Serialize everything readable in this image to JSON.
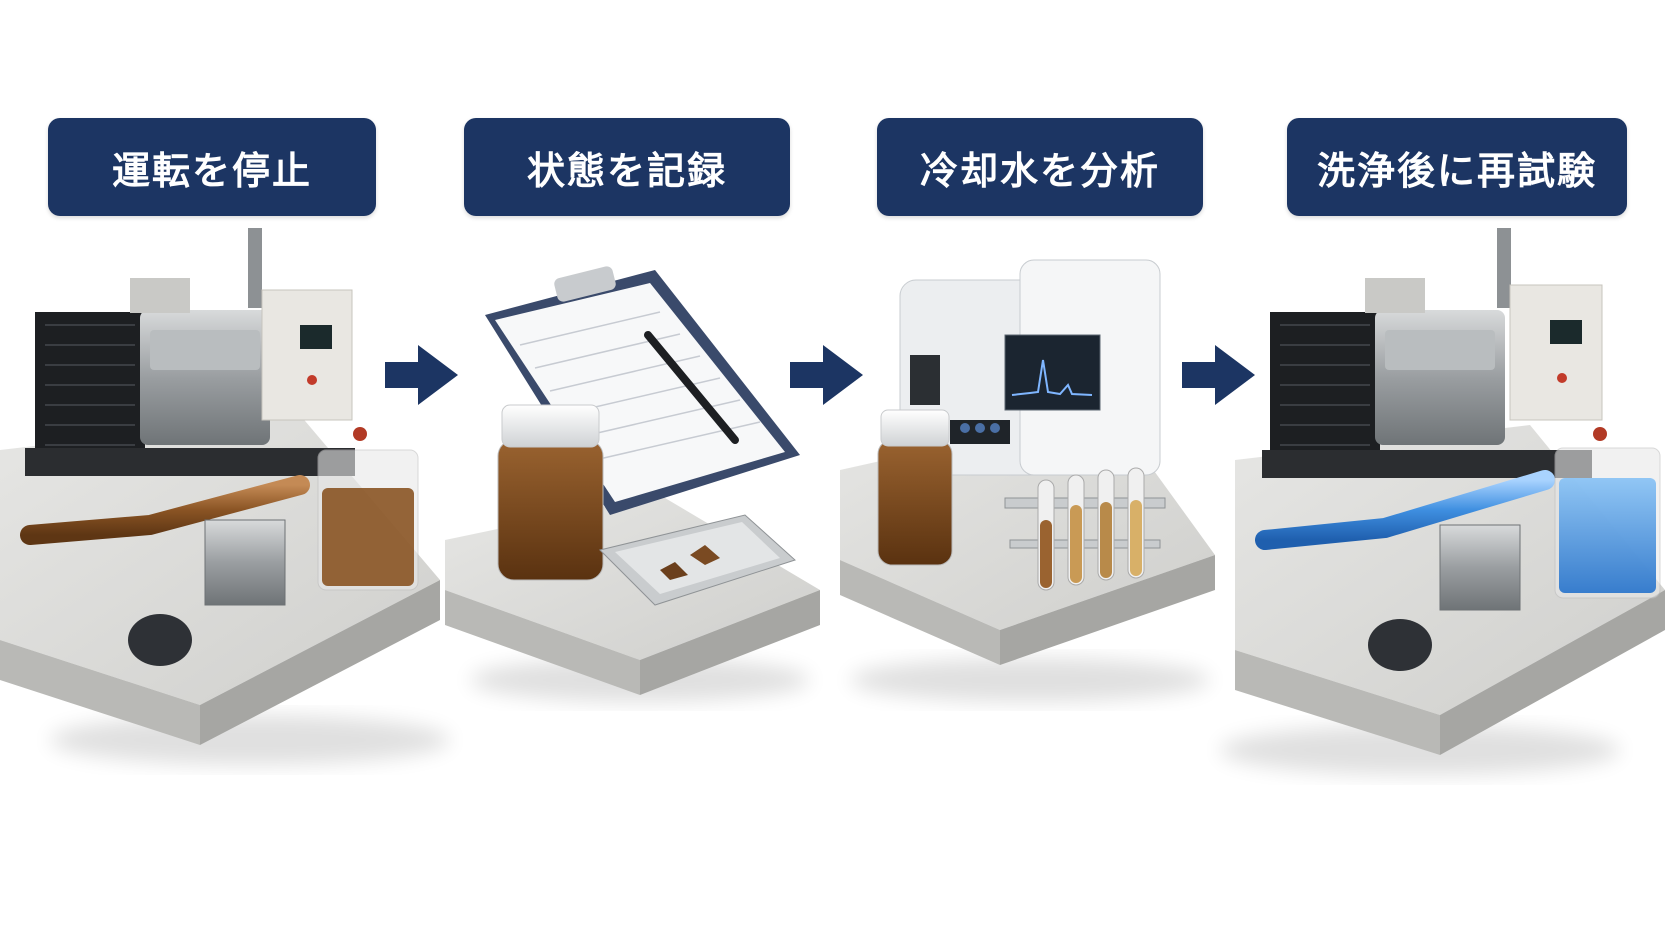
{
  "steps": [
    {
      "label": "運転を停止",
      "illustration": "engine-system-dirty-coolant"
    },
    {
      "label": "状態を記録",
      "illustration": "clipboard-sample-jar-tray"
    },
    {
      "label": "冷却水を分析",
      "illustration": "lab-analyzer-test-tubes"
    },
    {
      "label": "洗浄後に再試験",
      "illustration": "engine-system-clean-coolant"
    }
  ],
  "arrows": [
    "arrow-right-icon",
    "arrow-right-icon",
    "arrow-right-icon"
  ],
  "colors": {
    "label_bg": "#1c3563",
    "label_text": "#ffffff",
    "arrow": "#1c3563",
    "dirty_coolant": "#8a5424",
    "clean_coolant": "#3f8fe0",
    "platform": "#d9d9d7"
  }
}
